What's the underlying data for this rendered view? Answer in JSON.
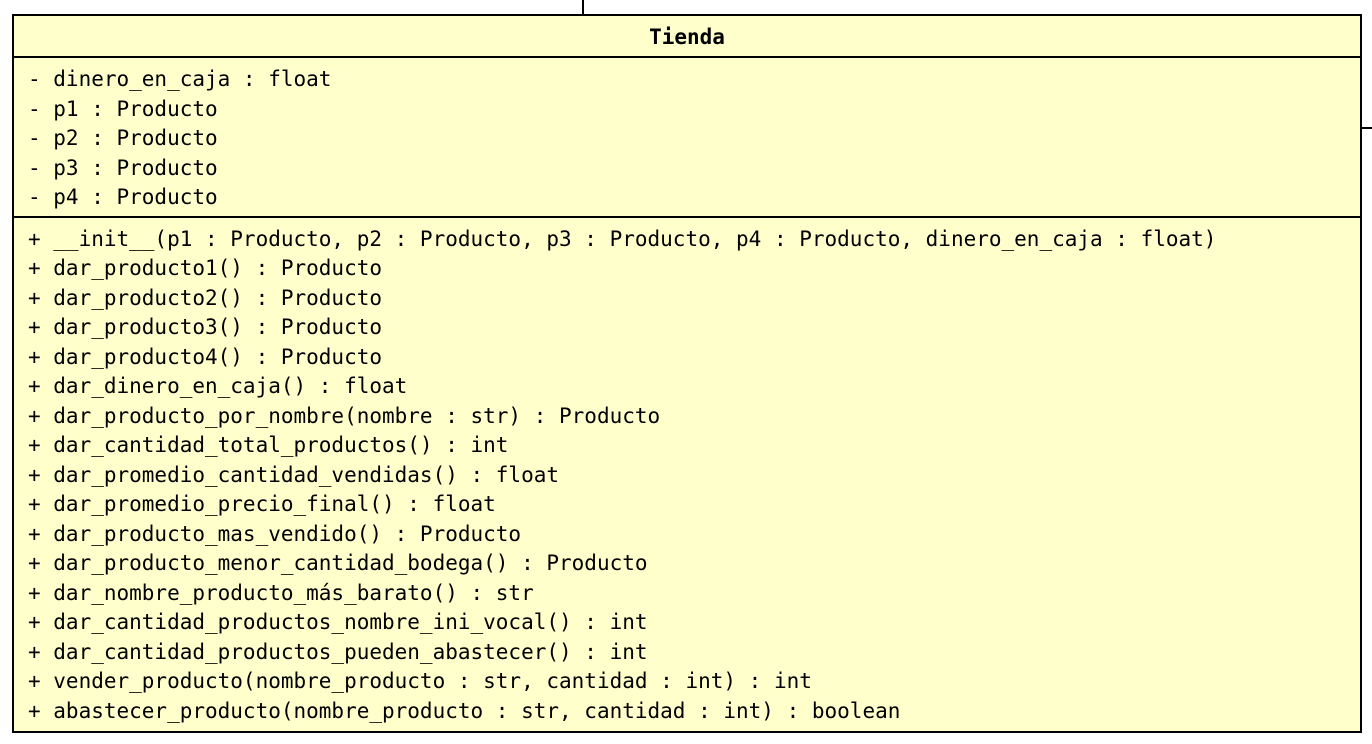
{
  "diagram": {
    "class_name": "Tienda",
    "attributes": [
      "- dinero_en_caja : float",
      "- p1 : Producto",
      "- p2 : Producto",
      "- p3 : Producto",
      "- p4 : Producto"
    ],
    "methods": [
      "+ __init__(p1 : Producto, p2 : Producto, p3 : Producto, p4 : Producto, dinero_en_caja : float)",
      "+ dar_producto1() : Producto",
      "+ dar_producto2() : Producto",
      "+ dar_producto3() : Producto",
      "+ dar_producto4() : Producto",
      "+ dar_dinero_en_caja() : float",
      "+ dar_producto_por_nombre(nombre : str) : Producto",
      "+ dar_cantidad_total_productos() : int",
      "+ dar_promedio_cantidad_vendidas() : float",
      "+ dar_promedio_precio_final() : float",
      "+ dar_producto_mas_vendido() : Producto",
      "+ dar_producto_menor_cantidad_bodega() : Producto",
      "+ dar_nombre_producto_más_barato() : str",
      "+ dar_cantidad_productos_nombre_ini_vocal() : int",
      "+ dar_cantidad_productos_pueden_abastecer() : int",
      "+ vender_producto(nombre_producto : str, cantidad : int) : int",
      "+ abastecer_producto(nombre_producto : str, cantidad : int) : boolean"
    ],
    "colors": {
      "class_fill": "#ffffcc",
      "border": "#000000"
    }
  }
}
